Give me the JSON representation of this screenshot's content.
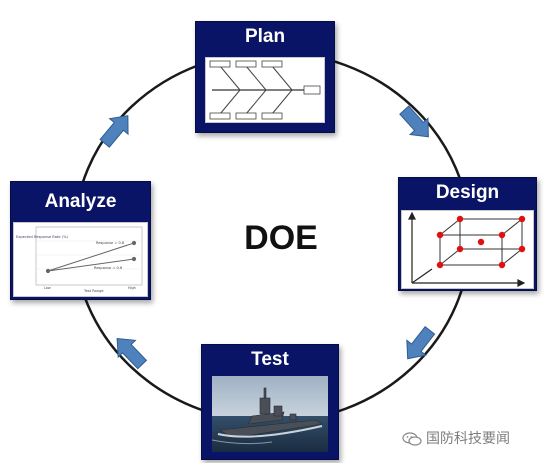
{
  "center": {
    "label": "DOE"
  },
  "steps": {
    "plan": {
      "title": "Plan"
    },
    "design": {
      "title": "Design"
    },
    "test": {
      "title": "Test"
    },
    "analyze": {
      "title": "Analyze"
    }
  },
  "analyze_chart": {
    "legend_upper": "Response = 0.8",
    "legend_lower": "Response = 0.6",
    "ylabel": "Expected Response Rate (%)",
    "xlabel": "Test Range",
    "xtick_left": "Low",
    "xtick_right": "High"
  },
  "colors": {
    "card_bg": "#0a1466",
    "arrow_fill": "#4f81bd",
    "design_point": "#e01010"
  },
  "watermark": {
    "text": "国防科技要闻",
    "icon": "wechat-icon"
  }
}
